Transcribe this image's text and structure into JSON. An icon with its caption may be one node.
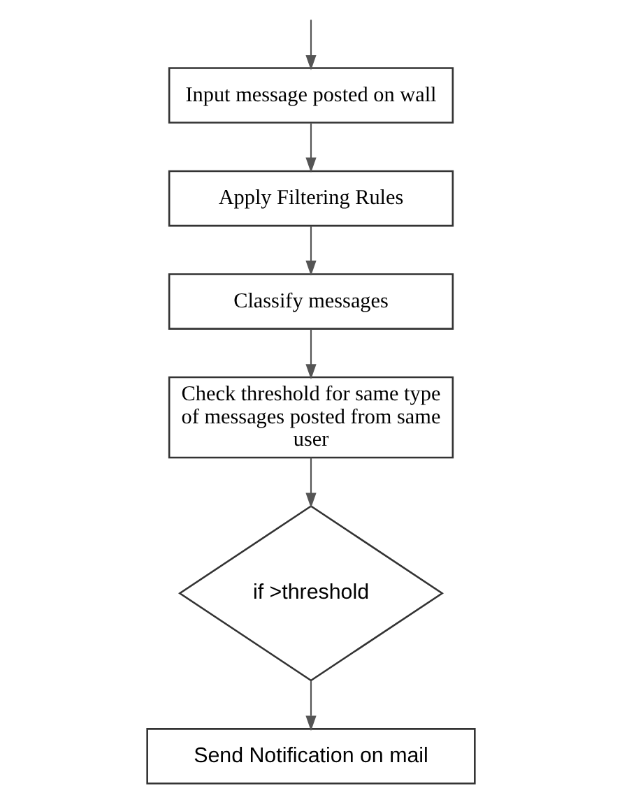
{
  "diagram": {
    "nodes": [
      {
        "text": [
          "Input message posted on wall"
        ]
      },
      {
        "text": [
          "Apply Filtering Rules"
        ]
      },
      {
        "text": [
          "Classify messages"
        ]
      },
      {
        "text": [
          "Check threshold for same type of messages posted from same user"
        ]
      },
      {
        "text": [
          "if >threshold"
        ]
      },
      {
        "text": [
          "Send Notification on mail"
        ]
      }
    ],
    "edges": [
      {
        "from": null,
        "to": 0,
        "arrow": "to"
      },
      {
        "from": 0,
        "to": 1,
        "arrow": "to"
      },
      {
        "from": 1,
        "to": 2,
        "arrow": "to"
      },
      {
        "from": 2,
        "to": 3,
        "arrow": "to"
      },
      {
        "from": 3,
        "to": 4,
        "arrow": "to"
      },
      {
        "from": 4,
        "to": 5,
        "arrow": "to"
      }
    ]
  }
}
